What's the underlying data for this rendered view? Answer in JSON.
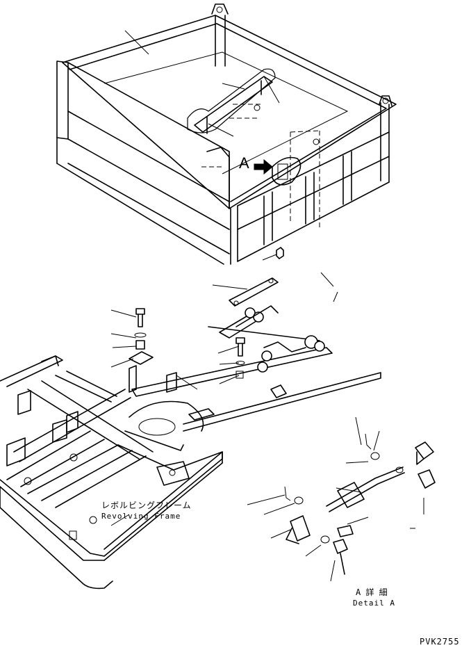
{
  "callouts": {
    "view_marker": "A",
    "frame_label_jp": "レボルビングフレーム",
    "frame_label_en": "Revolving Frame",
    "detail_label_jp": "A 詳 細",
    "detail_label_en": "Detail A"
  },
  "drawing_code": "PVK2755"
}
